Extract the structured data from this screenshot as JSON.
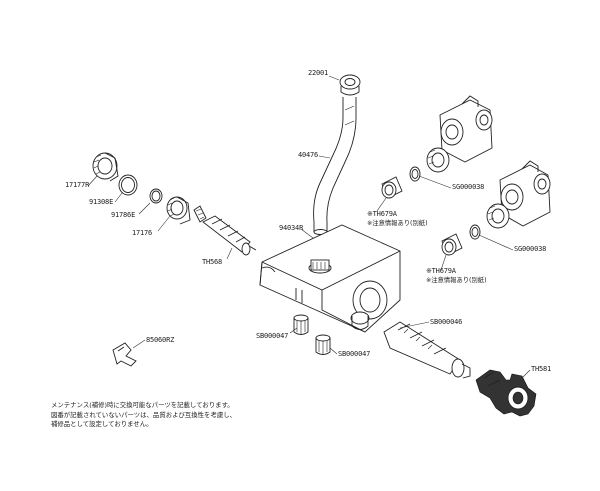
{
  "parts": [
    {
      "id": "p22001",
      "label": "22001"
    },
    {
      "id": "p40476",
      "label": "40476"
    },
    {
      "id": "p17177R",
      "label": "17177R"
    },
    {
      "id": "p91308E",
      "label": "91308E"
    },
    {
      "id": "p91786E",
      "label": "91786E"
    },
    {
      "id": "p17176",
      "label": "17176"
    },
    {
      "id": "p94034R",
      "label": "94034R"
    },
    {
      "id": "pTH568",
      "label": "TH568"
    },
    {
      "id": "pTH679A1",
      "label": "※TH679A"
    },
    {
      "id": "pTH679A2",
      "label": "※TH679A"
    },
    {
      "id": "pSG000038a",
      "label": "SG000038"
    },
    {
      "id": "pSG000038b",
      "label": "SG000038"
    },
    {
      "id": "pSB000046",
      "label": "SB000046"
    },
    {
      "id": "pSB000047a",
      "label": "SB000047"
    },
    {
      "id": "pSB000047b",
      "label": "SB000047"
    },
    {
      "id": "p85060RZ",
      "label": "85060RZ"
    },
    {
      "id": "pTH581",
      "label": "TH581"
    }
  ],
  "notes": {
    "caution1": "※注意情報あり(別紙)",
    "caution2": "※注意情報あり(別紙)"
  },
  "footer": [
    "メンテナンス(補修)時に交換可能なパーツを記載しております。",
    "図番が記載されていないパーツは、品質および互換性を考慮し、",
    "補修品として設定しておりません。"
  ]
}
